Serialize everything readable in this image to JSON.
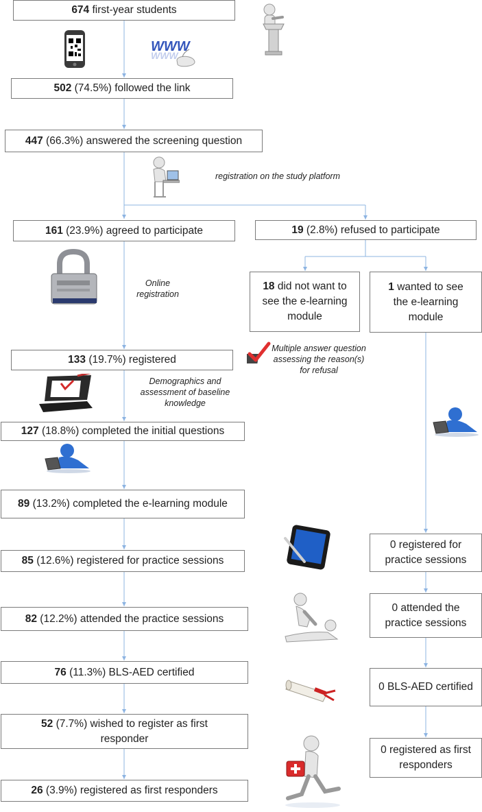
{
  "boxes": {
    "b674": {
      "num": "674",
      "text": " first-year students"
    },
    "b502": {
      "num": "502",
      "text": " (74.5%) followed the link"
    },
    "b447": {
      "num": "447",
      "text": " (66.3%) answered the screening question"
    },
    "b161": {
      "num": "161",
      "text": " (23.9%) agreed to participate"
    },
    "b19": {
      "num": "19",
      "text": " (2.8%) refused to participate"
    },
    "b18": {
      "num": "18",
      "text": " did not want to see the e-learning module"
    },
    "b1": {
      "num": "1",
      "text": " wanted to see the e-learning module"
    },
    "b133": {
      "num": "133",
      "text": " (19.7%) registered"
    },
    "b127": {
      "num": "127",
      "text": " (18.8%) completed the initial questions"
    },
    "b89": {
      "num": "89",
      "text": " (13.2%) completed the e-learning module"
    },
    "b85": {
      "num": "85",
      "text": " (12.6%) registered for practice sessions"
    },
    "b82": {
      "num": "82",
      "text": " (12.2%) attended the practice sessions"
    },
    "b76": {
      "num": "76",
      "text": " (11.3%) BLS-AED certified"
    },
    "b52": {
      "num": "52",
      "text": " (7.7%) wished to register as first responder"
    },
    "b26": {
      "num": "26",
      "text": " (3.9%) registered as first responders"
    },
    "r_reg": {
      "text": "0 registered for practice sessions"
    },
    "r_att": {
      "text": "0 attended the practice sessions"
    },
    "r_cert": {
      "text": "0 BLS-AED certified"
    },
    "r_first": {
      "text": "0 registered as first responders"
    }
  },
  "notes": {
    "platform": "registration on the study platform",
    "online": "Online registration",
    "multiple": "Multiple answer question assessing the reason(s) for refusal",
    "demographics": "Demographics and assessment of baseline knowledge"
  },
  "icons": [
    "qr-phone-icon",
    "www-mouse-icon",
    "lectern-figure-icon",
    "computer-user-icon",
    "padlock-icon",
    "checkmark-icon",
    "laptop-checklist-icon",
    "figure-laptop-icon",
    "tablet-pen-icon",
    "cpr-figure-icon",
    "diploma-icon",
    "first-aid-runner-icon"
  ],
  "colors": {
    "connector": "#8db4e2",
    "box_border": "#7a7a7a"
  }
}
